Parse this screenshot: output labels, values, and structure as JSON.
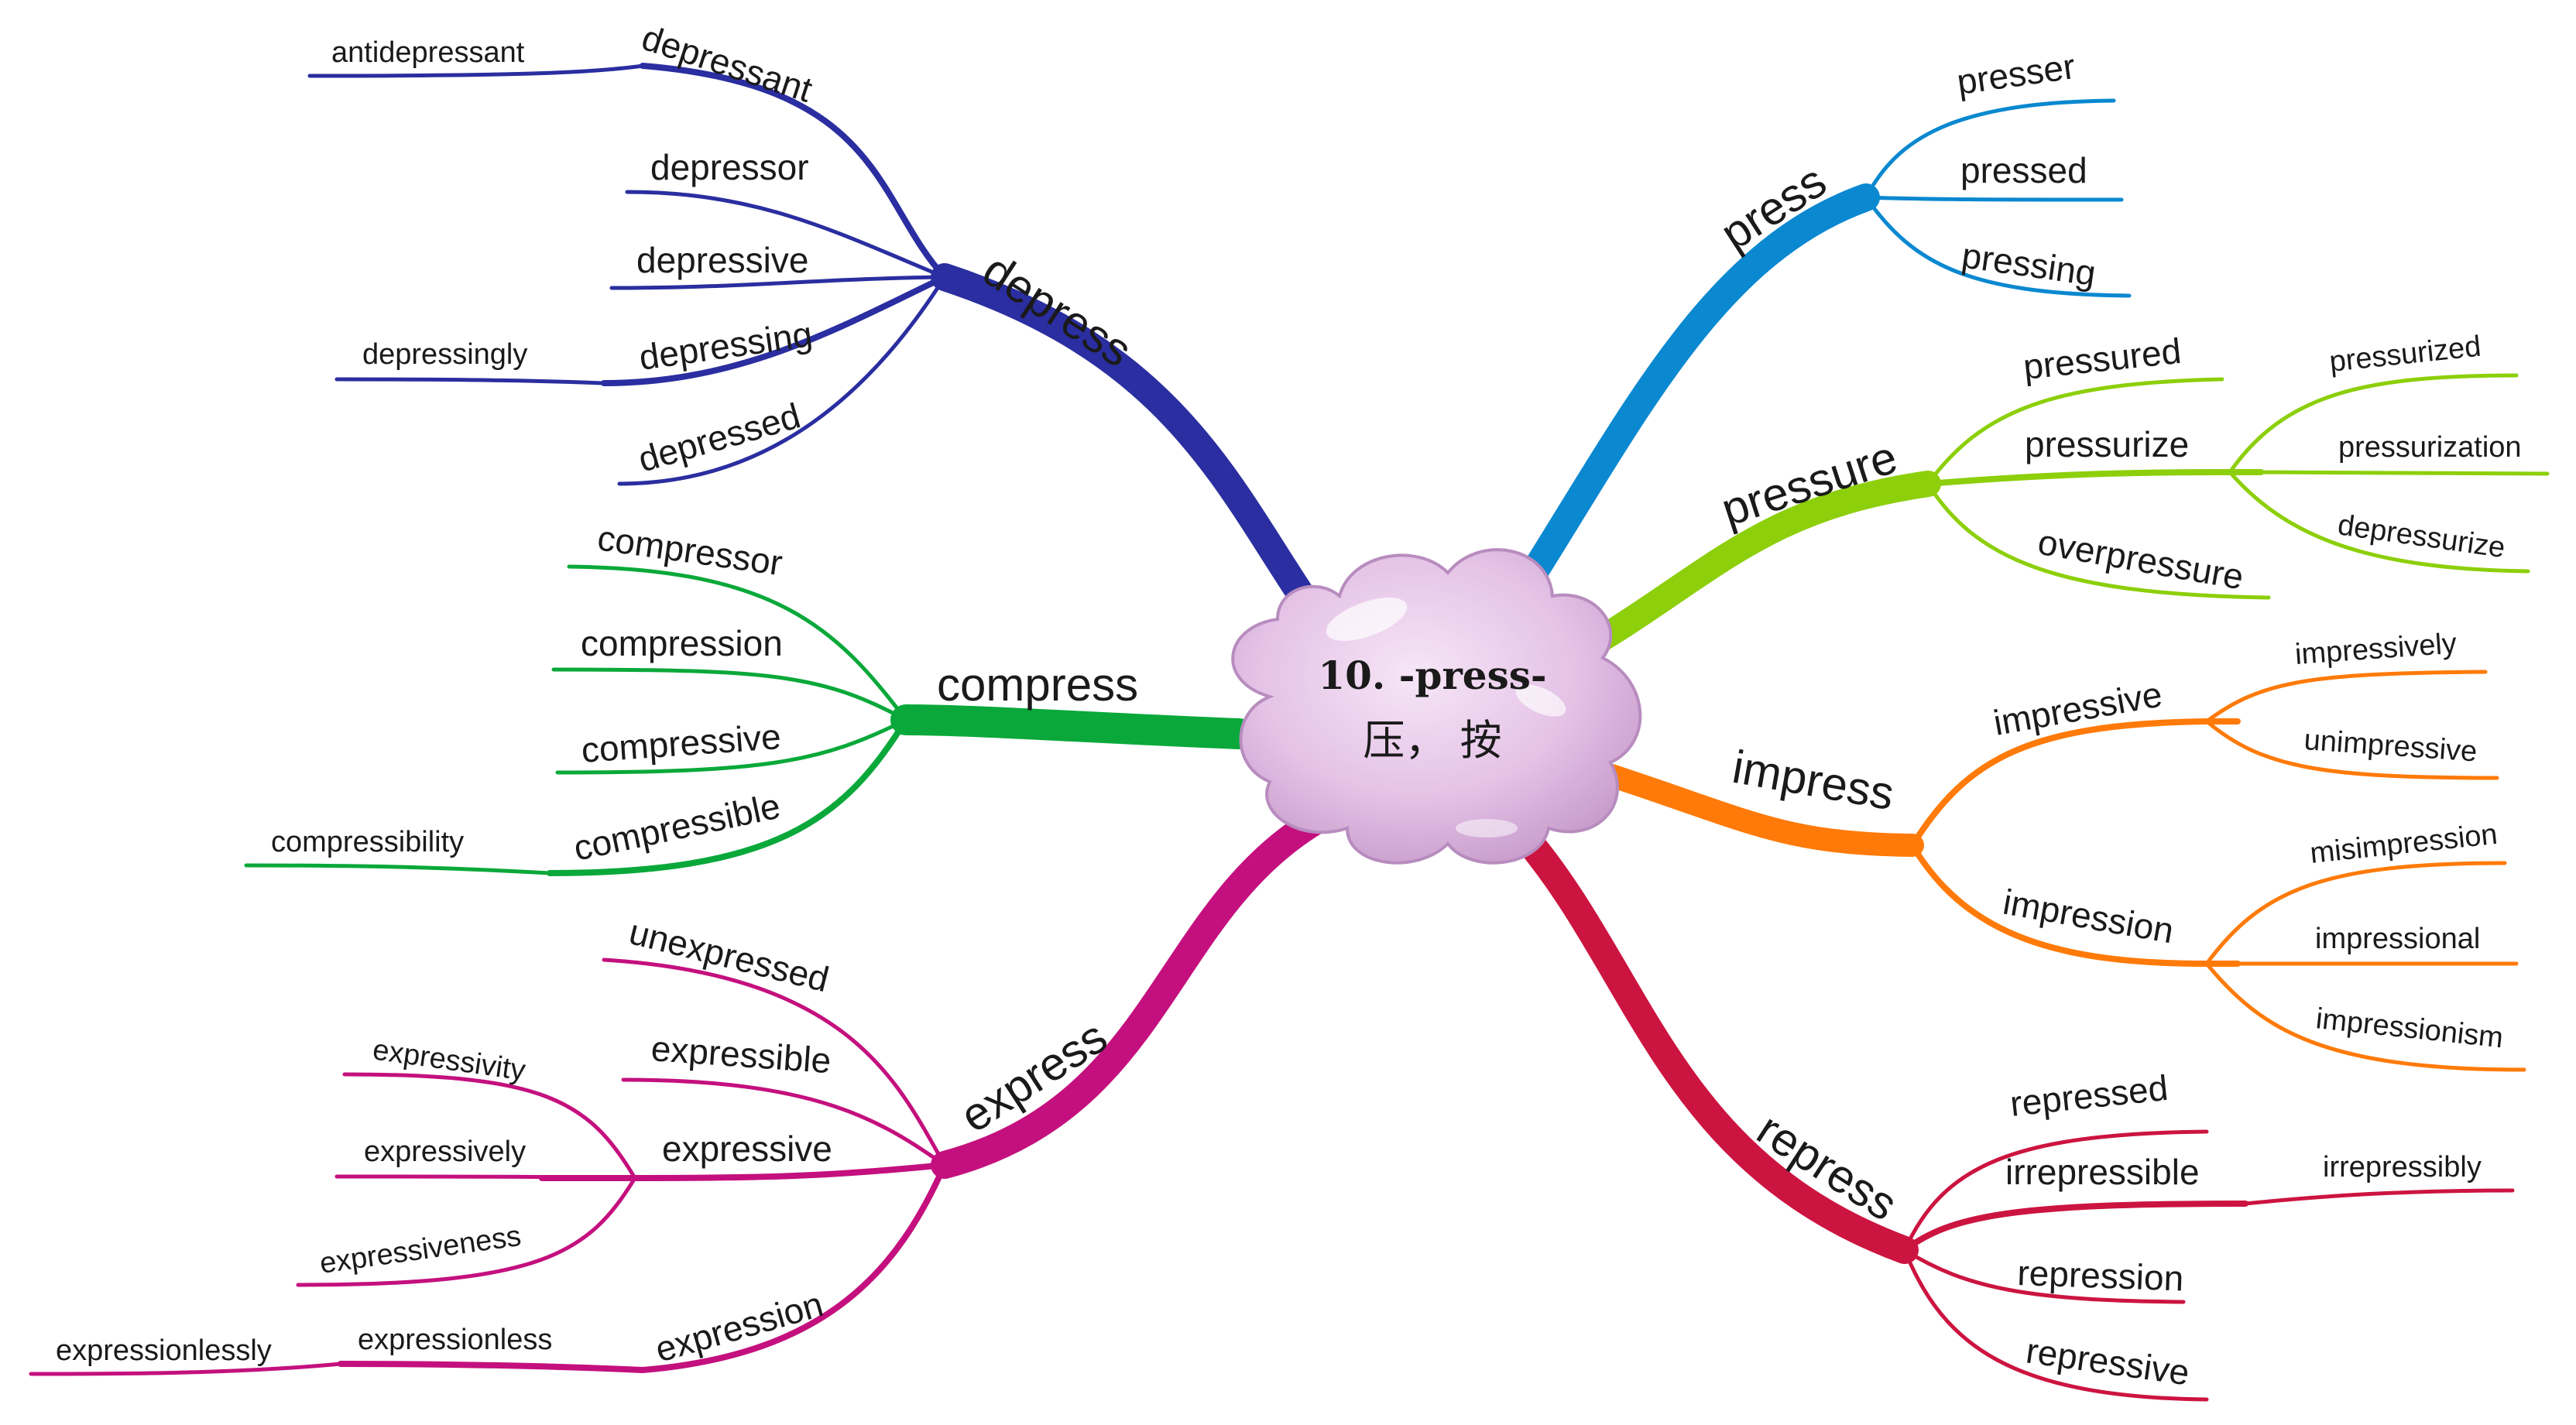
{
  "central": {
    "title": "10. -press-",
    "meaning": "压， 按"
  },
  "colors": {
    "depress": "#2a2ea0",
    "compress": "#0aa83a",
    "express": "#c4107e",
    "press": "#0a88d0",
    "pressure": "#8ccf0a",
    "impress": "#ff7a08",
    "repress": "#cc1440",
    "cloud": "#e6c4e8"
  },
  "branches": {
    "depress": {
      "label": "depress",
      "children": [
        {
          "label": "depressant",
          "children": [
            {
              "label": "antidepressant"
            }
          ]
        },
        {
          "label": "depressor"
        },
        {
          "label": "depressive"
        },
        {
          "label": "depressing",
          "children": [
            {
              "label": "depressingly"
            }
          ]
        },
        {
          "label": "depressed"
        }
      ]
    },
    "compress": {
      "label": "compress",
      "children": [
        {
          "label": "compressor"
        },
        {
          "label": "compression"
        },
        {
          "label": "compressive"
        },
        {
          "label": "compressible",
          "children": [
            {
              "label": "compressibility"
            }
          ]
        }
      ]
    },
    "express": {
      "label": "express",
      "children": [
        {
          "label": "unexpressed"
        },
        {
          "label": "expressible"
        },
        {
          "label": "expressive",
          "children": [
            {
              "label": "expressivity"
            },
            {
              "label": "expressively"
            },
            {
              "label": "expressiveness"
            }
          ]
        },
        {
          "label": "expression",
          "children": [
            {
              "label": "expressionless",
              "children": [
                {
                  "label": "expressionlessly"
                }
              ]
            }
          ]
        }
      ]
    },
    "press": {
      "label": "press",
      "children": [
        {
          "label": "presser"
        },
        {
          "label": "pressed"
        },
        {
          "label": "pressing"
        }
      ]
    },
    "pressure": {
      "label": "pressure",
      "children": [
        {
          "label": "pressured"
        },
        {
          "label": "pressurize",
          "children": [
            {
              "label": "pressurized"
            },
            {
              "label": "pressurization"
            },
            {
              "label": "depressurize"
            }
          ]
        },
        {
          "label": "overpressure"
        }
      ]
    },
    "impress": {
      "label": "impress",
      "children": [
        {
          "label": "impressive",
          "children": [
            {
              "label": "impressively"
            },
            {
              "label": "unimpressive"
            }
          ]
        },
        {
          "label": "impression",
          "children": [
            {
              "label": "misimpression"
            },
            {
              "label": "impressional"
            },
            {
              "label": "impressionism"
            }
          ]
        }
      ]
    },
    "repress": {
      "label": "repress",
      "children": [
        {
          "label": "repressed"
        },
        {
          "label": "irrepressible",
          "children": [
            {
              "label": "irrepressibly"
            }
          ]
        },
        {
          "label": "repression"
        },
        {
          "label": "repressive"
        }
      ]
    }
  }
}
